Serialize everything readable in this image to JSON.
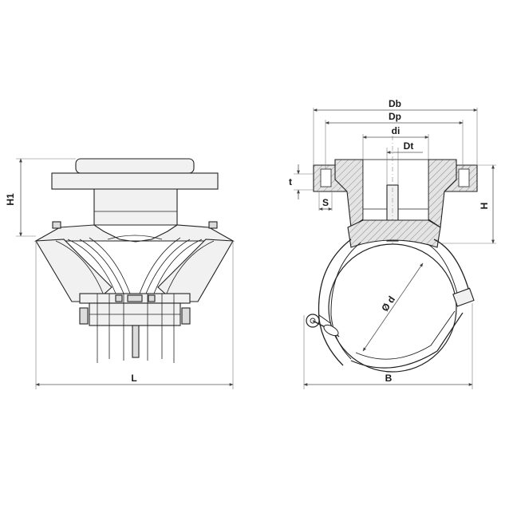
{
  "labels": {
    "H1": "H1",
    "L": "L",
    "t": "t",
    "S": "S",
    "H": "H",
    "B": "B",
    "Db": "Db",
    "Dp": "Dp",
    "di": "di",
    "Dt": "Dt",
    "d": "Ø d"
  },
  "colors": {
    "line": "#222222",
    "dimension": "#555555",
    "fill_light": "#f1f1f1",
    "fill_dark": "#dcdcdc"
  }
}
